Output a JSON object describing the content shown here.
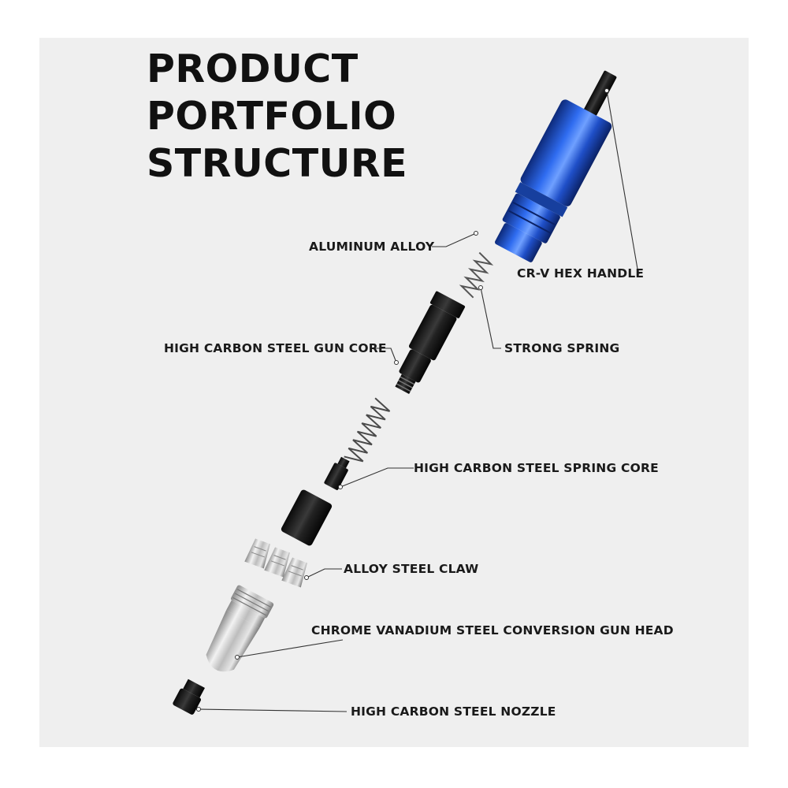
{
  "title": {
    "line1": "PRODUCT",
    "line2": "PORTFOLIO",
    "line3": "STRUCTURE"
  },
  "labels": {
    "aluminum_alloy": "ALUMINUM ALLOY",
    "crv_hex_handle": "CR-V HEX HANDLE",
    "gun_core": "HIGH CARBON STEEL GUN CORE",
    "strong_spring": "STRONG SPRING",
    "spring_core": "HIGH CARBON STEEL SPRING CORE",
    "alloy_steel_claw": "ALLOY STEEL CLAW",
    "conversion_gun_head": "CHROME VANADIUM STEEL CONVERSION GUN HEAD",
    "nozzle": "HIGH CARBON STEEL NOZZLE"
  },
  "colors": {
    "panel": "#efefef",
    "handle_blue": "#1f4fc8",
    "dark_part": "#1c1c1c",
    "silver": "#c8c8c8",
    "leader_line": "#333333"
  }
}
